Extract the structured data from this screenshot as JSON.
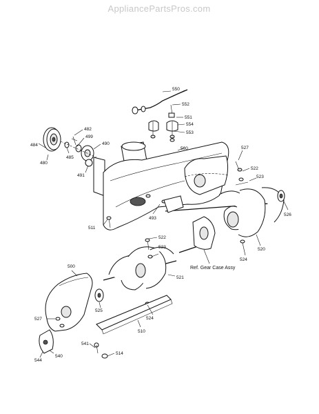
{
  "watermark": "AppliancePartsPros.com",
  "reference_note": "Ref. Gear Case Assy",
  "callouts": {
    "p550": "550",
    "p552": "552",
    "p551": "551",
    "p554": "554",
    "p553": "553",
    "p482": "482",
    "p499": "499",
    "p490": "490",
    "p484": "484",
    "p485": "485",
    "p480": "480",
    "p491": "491",
    "p500_top": "500",
    "p527_top": "527",
    "p522_top": "522",
    "p523_top": "523",
    "p526": "526",
    "p493": "493",
    "p511": "511",
    "p524_right": "524",
    "p520": "520",
    "p522_mid": "522",
    "p523_mid": "523",
    "p521": "521",
    "p500_bottom": "500",
    "p525": "525",
    "p527_bottom": "527",
    "p524_bottom": "524",
    "p510": "510",
    "p541": "541",
    "p540": "540",
    "p544": "544",
    "p514": "514"
  }
}
